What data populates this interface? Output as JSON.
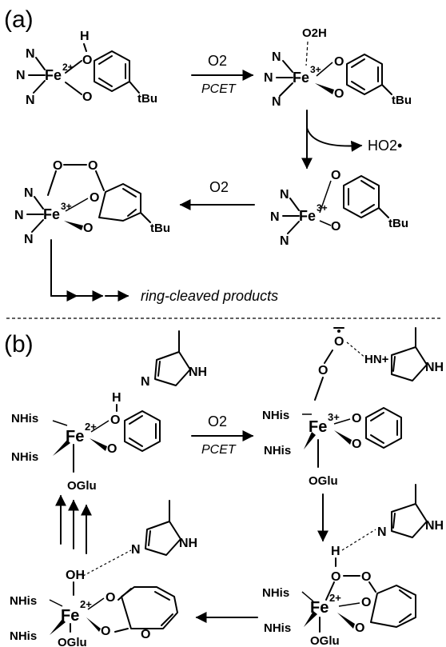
{
  "panel_a": {
    "label": "(a)",
    "arrow1_top": "O2",
    "arrow1_bottom": "PCET",
    "arrow2_top": "O2",
    "byproduct": "HO2•",
    "products": "ring-cleaved products",
    "N": "N",
    "fe": "Fe",
    "charge2": "2+",
    "charge3": "3+",
    "O": "O",
    "H": "H",
    "O2H": "O2H",
    "tBu": "tBu"
  },
  "panel_b": {
    "label": "(b)",
    "arrow1_top": "O2",
    "arrow1_bottom": "PCET",
    "NHis": "NHis",
    "OGlu": "OGlu",
    "OH": "OH",
    "NH": "NH",
    "HN_plus": "HN+",
    "fe": "Fe",
    "charge2": "2+",
    "charge3": "3+"
  },
  "colors": {
    "ink": "#000000",
    "background": "#ffffff"
  }
}
